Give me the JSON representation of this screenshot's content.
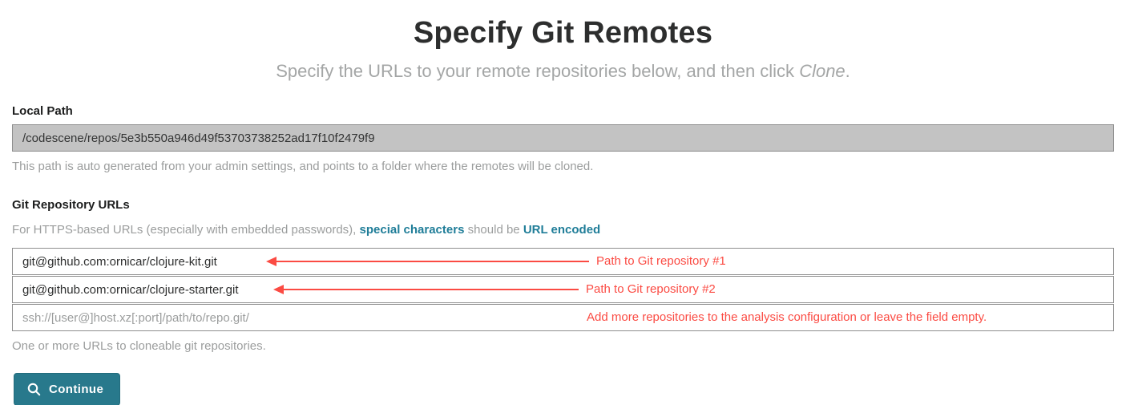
{
  "page": {
    "title": "Specify Git Remotes",
    "subtitle_prefix": "Specify the URLs to your remote repositories below, and then click ",
    "subtitle_italic": "Clone",
    "subtitle_suffix": "."
  },
  "local_path": {
    "label": "Local Path",
    "value": "/codescene/repos/5e3b550a946d49f53703738252ad17f10f2479f9",
    "help": "This path is auto generated from your admin settings, and points to a folder where the remotes will be cloned."
  },
  "git_urls": {
    "label": "Git Repository URLs",
    "note_prefix": "For HTTPS-based URLs (especially with embedded passwords), ",
    "link_special_characters": "special characters",
    "note_middle": " should be ",
    "link_url_encoded": "URL encoded",
    "inputs": [
      {
        "value": "git@github.com:ornicar/clojure-kit.git",
        "placeholder": ""
      },
      {
        "value": "git@github.com:ornicar/clojure-starter.git",
        "placeholder": ""
      },
      {
        "value": "",
        "placeholder": "ssh://[user@]host.xz[:port]/path/to/repo.git/"
      }
    ],
    "help": "One or more URLs to cloneable git repositories."
  },
  "annotations": {
    "repo1": "Path to Git repository #1",
    "repo2": "Path to Git repository #2",
    "empty_field": "Add more repositories to the analysis configuration or leave the field empty."
  },
  "button": {
    "continue_label": "Continue"
  },
  "colors": {
    "accent_teal": "#28798c",
    "link_teal": "#1f7d98",
    "annotation_red": "#fb4b43",
    "disabled_input_bg": "#c3c3c3",
    "input_border": "#8f8f8f"
  }
}
